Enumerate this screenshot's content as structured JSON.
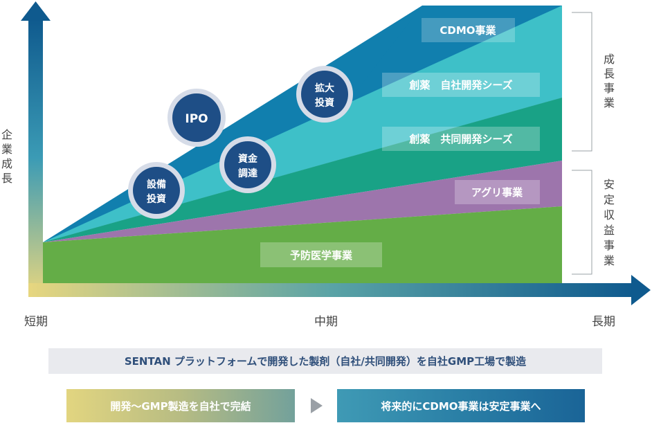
{
  "axis": {
    "y_label": "企業成長",
    "x_ticks": [
      "短期",
      "中期",
      "長期"
    ]
  },
  "segments": {
    "cdmo": "CDMO事業",
    "in_house": "創薬　自社開発シーズ",
    "joint": "創薬　共同開発シーズ",
    "agri": "アグリ事業",
    "preventive": "予防医学事業"
  },
  "milestones": {
    "equipment": [
      "設備",
      "投資"
    ],
    "ipo": "IPO",
    "funding": [
      "資金",
      "調達"
    ],
    "expansion": [
      "拡大",
      "投資"
    ]
  },
  "groups": {
    "growth": "成長事業",
    "stable": "安定収益事業"
  },
  "bottom": {
    "main": "SENTAN プラットフォームで開発した製剤（自社/共同開発）を自社GMP工場で製造",
    "left": "開発～GMP製造を自社で完結",
    "right": "将来的にCDMO事業は安定事業へ"
  },
  "colors": {
    "cdmo": "#117fae",
    "in_house": "#3ec0c8",
    "joint": "#19a286",
    "agri": "#9d75ac",
    "preventive": "#64ad47",
    "milestone": "#1e4e86",
    "milestone_halo": "#d6dce8",
    "axis_top": "#0f5a8e",
    "axis_bottom": "#e7d67f"
  }
}
